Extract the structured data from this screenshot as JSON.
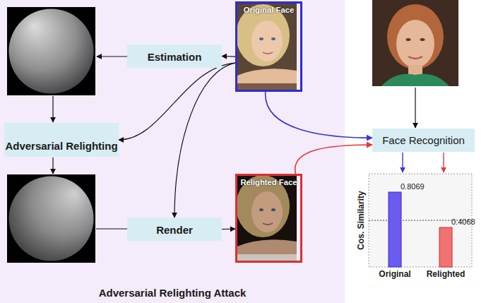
{
  "diagram": {
    "nodes": [
      {
        "text": [
          "Adversarial Relighting Attack"
        ]
      },
      {
        "text": [
          "Original Face"
        ],
        "in": 0
      },
      {
        "text": [
          "Estimation"
        ],
        "in": 0
      },
      {
        "text": [
          "Adversarial Relighting"
        ],
        "in": 0
      },
      {
        "text": [
          "Render"
        ],
        "in": 0
      },
      {
        "text": [
          "Relighted Face"
        ],
        "in": 0
      },
      {
        "text": [
          "Face Recognition"
        ]
      }
    ],
    "edges": [
      {
        "from": 1,
        "to": 2,
        "arrow": "to"
      },
      {
        "from": 1,
        "to": 3,
        "arrow": "to"
      },
      {
        "from": 1,
        "to": 4,
        "arrow": "to"
      },
      {
        "from": 4,
        "to": 5,
        "arrow": "to"
      },
      {
        "from": 1,
        "to": 6,
        "arrow": "to"
      },
      {
        "from": 5,
        "to": 6,
        "arrow": "to"
      }
    ],
    "labels": [
      "Cos. Similarity",
      "0.8069",
      "0.4068",
      "Original",
      "Relighted"
    ]
  }
}
